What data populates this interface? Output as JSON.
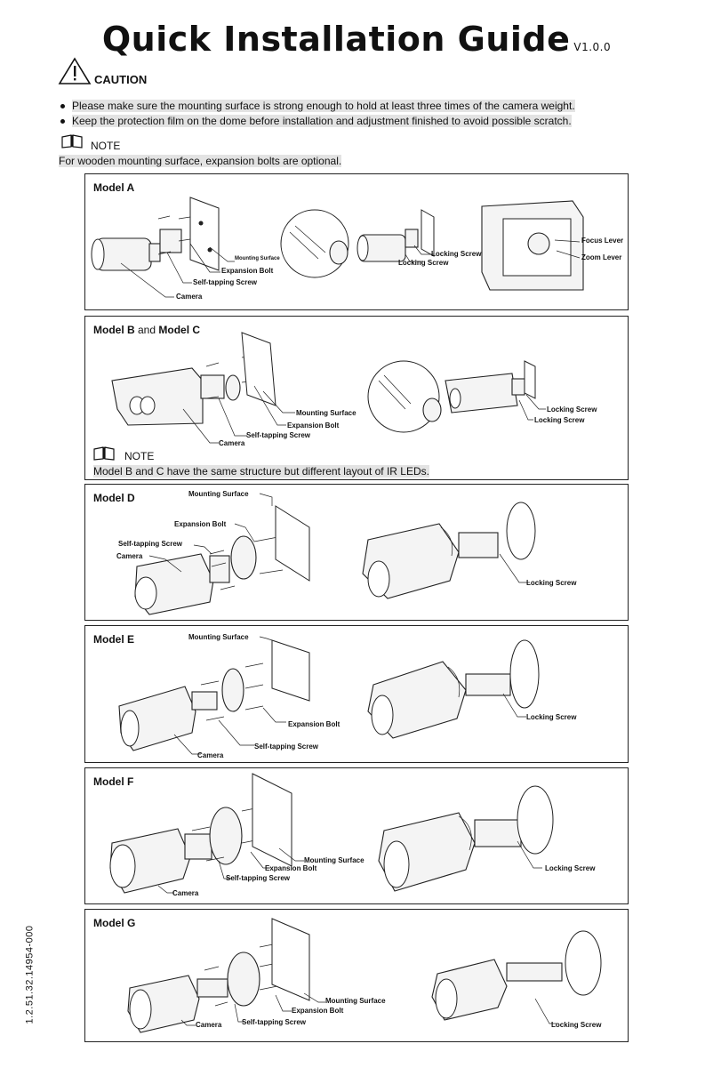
{
  "header": {
    "title": "Quick Installation Guide",
    "version": "V1.0.0"
  },
  "caution": {
    "label": "CAUTION",
    "items": [
      "Please make sure the mounting surface is strong enough to hold at least three times of the camera weight.",
      "Keep the protection film on the dome before installation and adjustment finished to avoid possible scratch."
    ]
  },
  "note1": {
    "label": "NOTE",
    "text": "For wooden mounting surface, expansion bolts are optional."
  },
  "labels": {
    "mounting_surface": "Mounting Surface",
    "expansion_bolt": "Expansion Bolt",
    "self_tapping_screw": "Self-tapping Screw",
    "camera": "Camera",
    "locking_screw": "Locking Screw",
    "focus_lever": "Focus Lever",
    "zoom_lever": "Zoom Lever"
  },
  "models": {
    "a": {
      "title": "Model A"
    },
    "bc": {
      "title_b": "Model B",
      "title_and": " and ",
      "title_c": "Model C",
      "note_label": "NOTE",
      "note_text": "Model B and C have the same structure but different layout of IR LEDs."
    },
    "d": {
      "title": "Model D"
    },
    "e": {
      "title": "Model E"
    },
    "f": {
      "title": "Model F"
    },
    "g": {
      "title": "Model G"
    }
  },
  "footer": {
    "doc_code": "1.2.51.32.14954-000"
  }
}
